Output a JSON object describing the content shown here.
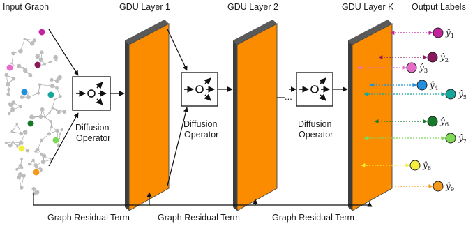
{
  "header": {
    "input_label": "Input Graph",
    "layers": [
      "GDU Layer 1",
      "GDU Layer 2",
      "GDU Layer K"
    ],
    "output_label": "Output Labels"
  },
  "operators": [
    {
      "line1": "Diffusion",
      "line2": "Operator"
    },
    {
      "line1": "Diffusion",
      "line2": "Operator"
    },
    {
      "line1": "Diffusion",
      "line2": "Operator"
    }
  ],
  "ellipsis": "...",
  "residual_label": "Graph Residual Term",
  "outputs": [
    {
      "label": "y",
      "sub": "1",
      "color": "#c2249b"
    },
    {
      "label": "y",
      "sub": "2",
      "color": "#8a1a5c"
    },
    {
      "label": "y",
      "sub": "3",
      "color": "#e66cc8"
    },
    {
      "label": "y",
      "sub": "4",
      "color": "#1f8fe0"
    },
    {
      "label": "y",
      "sub": "5",
      "color": "#17a69c"
    },
    {
      "label": "y",
      "sub": "6",
      "color": "#177a2b"
    },
    {
      "label": "y",
      "sub": "7",
      "color": "#7ed957"
    },
    {
      "label": "y",
      "sub": "8",
      "color": "#f4ef3c"
    },
    {
      "label": "y",
      "sub": "9",
      "color": "#f39a1e"
    }
  ],
  "colors": {
    "layer_face": "#fb8c00",
    "layer_edge": "#4d4d4d",
    "graph_edge": "#9e9e9e",
    "graph_node": "#bdbdbd"
  }
}
